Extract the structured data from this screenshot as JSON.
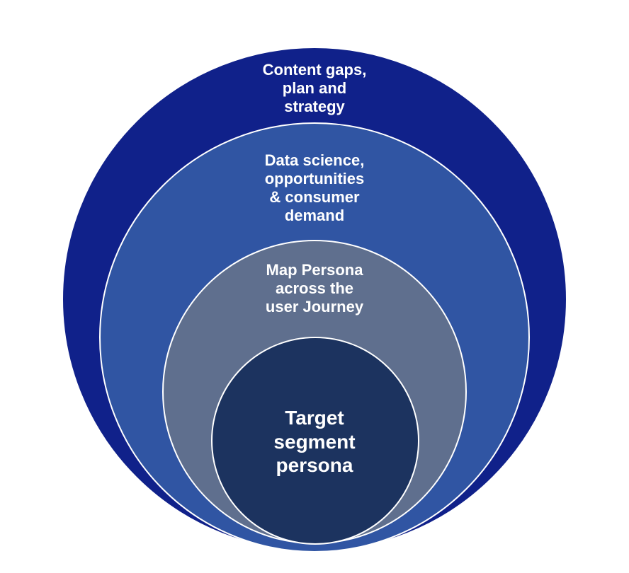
{
  "diagram": {
    "layers": [
      {
        "id": "outer",
        "lines": [
          "Content gaps,",
          "plan and",
          "strategy"
        ],
        "fill": "#10218a"
      },
      {
        "id": "second",
        "lines": [
          "Data science,",
          "opportunities",
          "& consumer",
          "demand"
        ],
        "fill": "#3055a3"
      },
      {
        "id": "third",
        "lines": [
          "Map Persona",
          "across the",
          "user Journey"
        ],
        "fill": "#5f6f8e"
      },
      {
        "id": "core",
        "lines": [
          "Target",
          "segment",
          "persona"
        ],
        "fill": "#1c335f"
      }
    ],
    "stroke": "#ffffff"
  }
}
